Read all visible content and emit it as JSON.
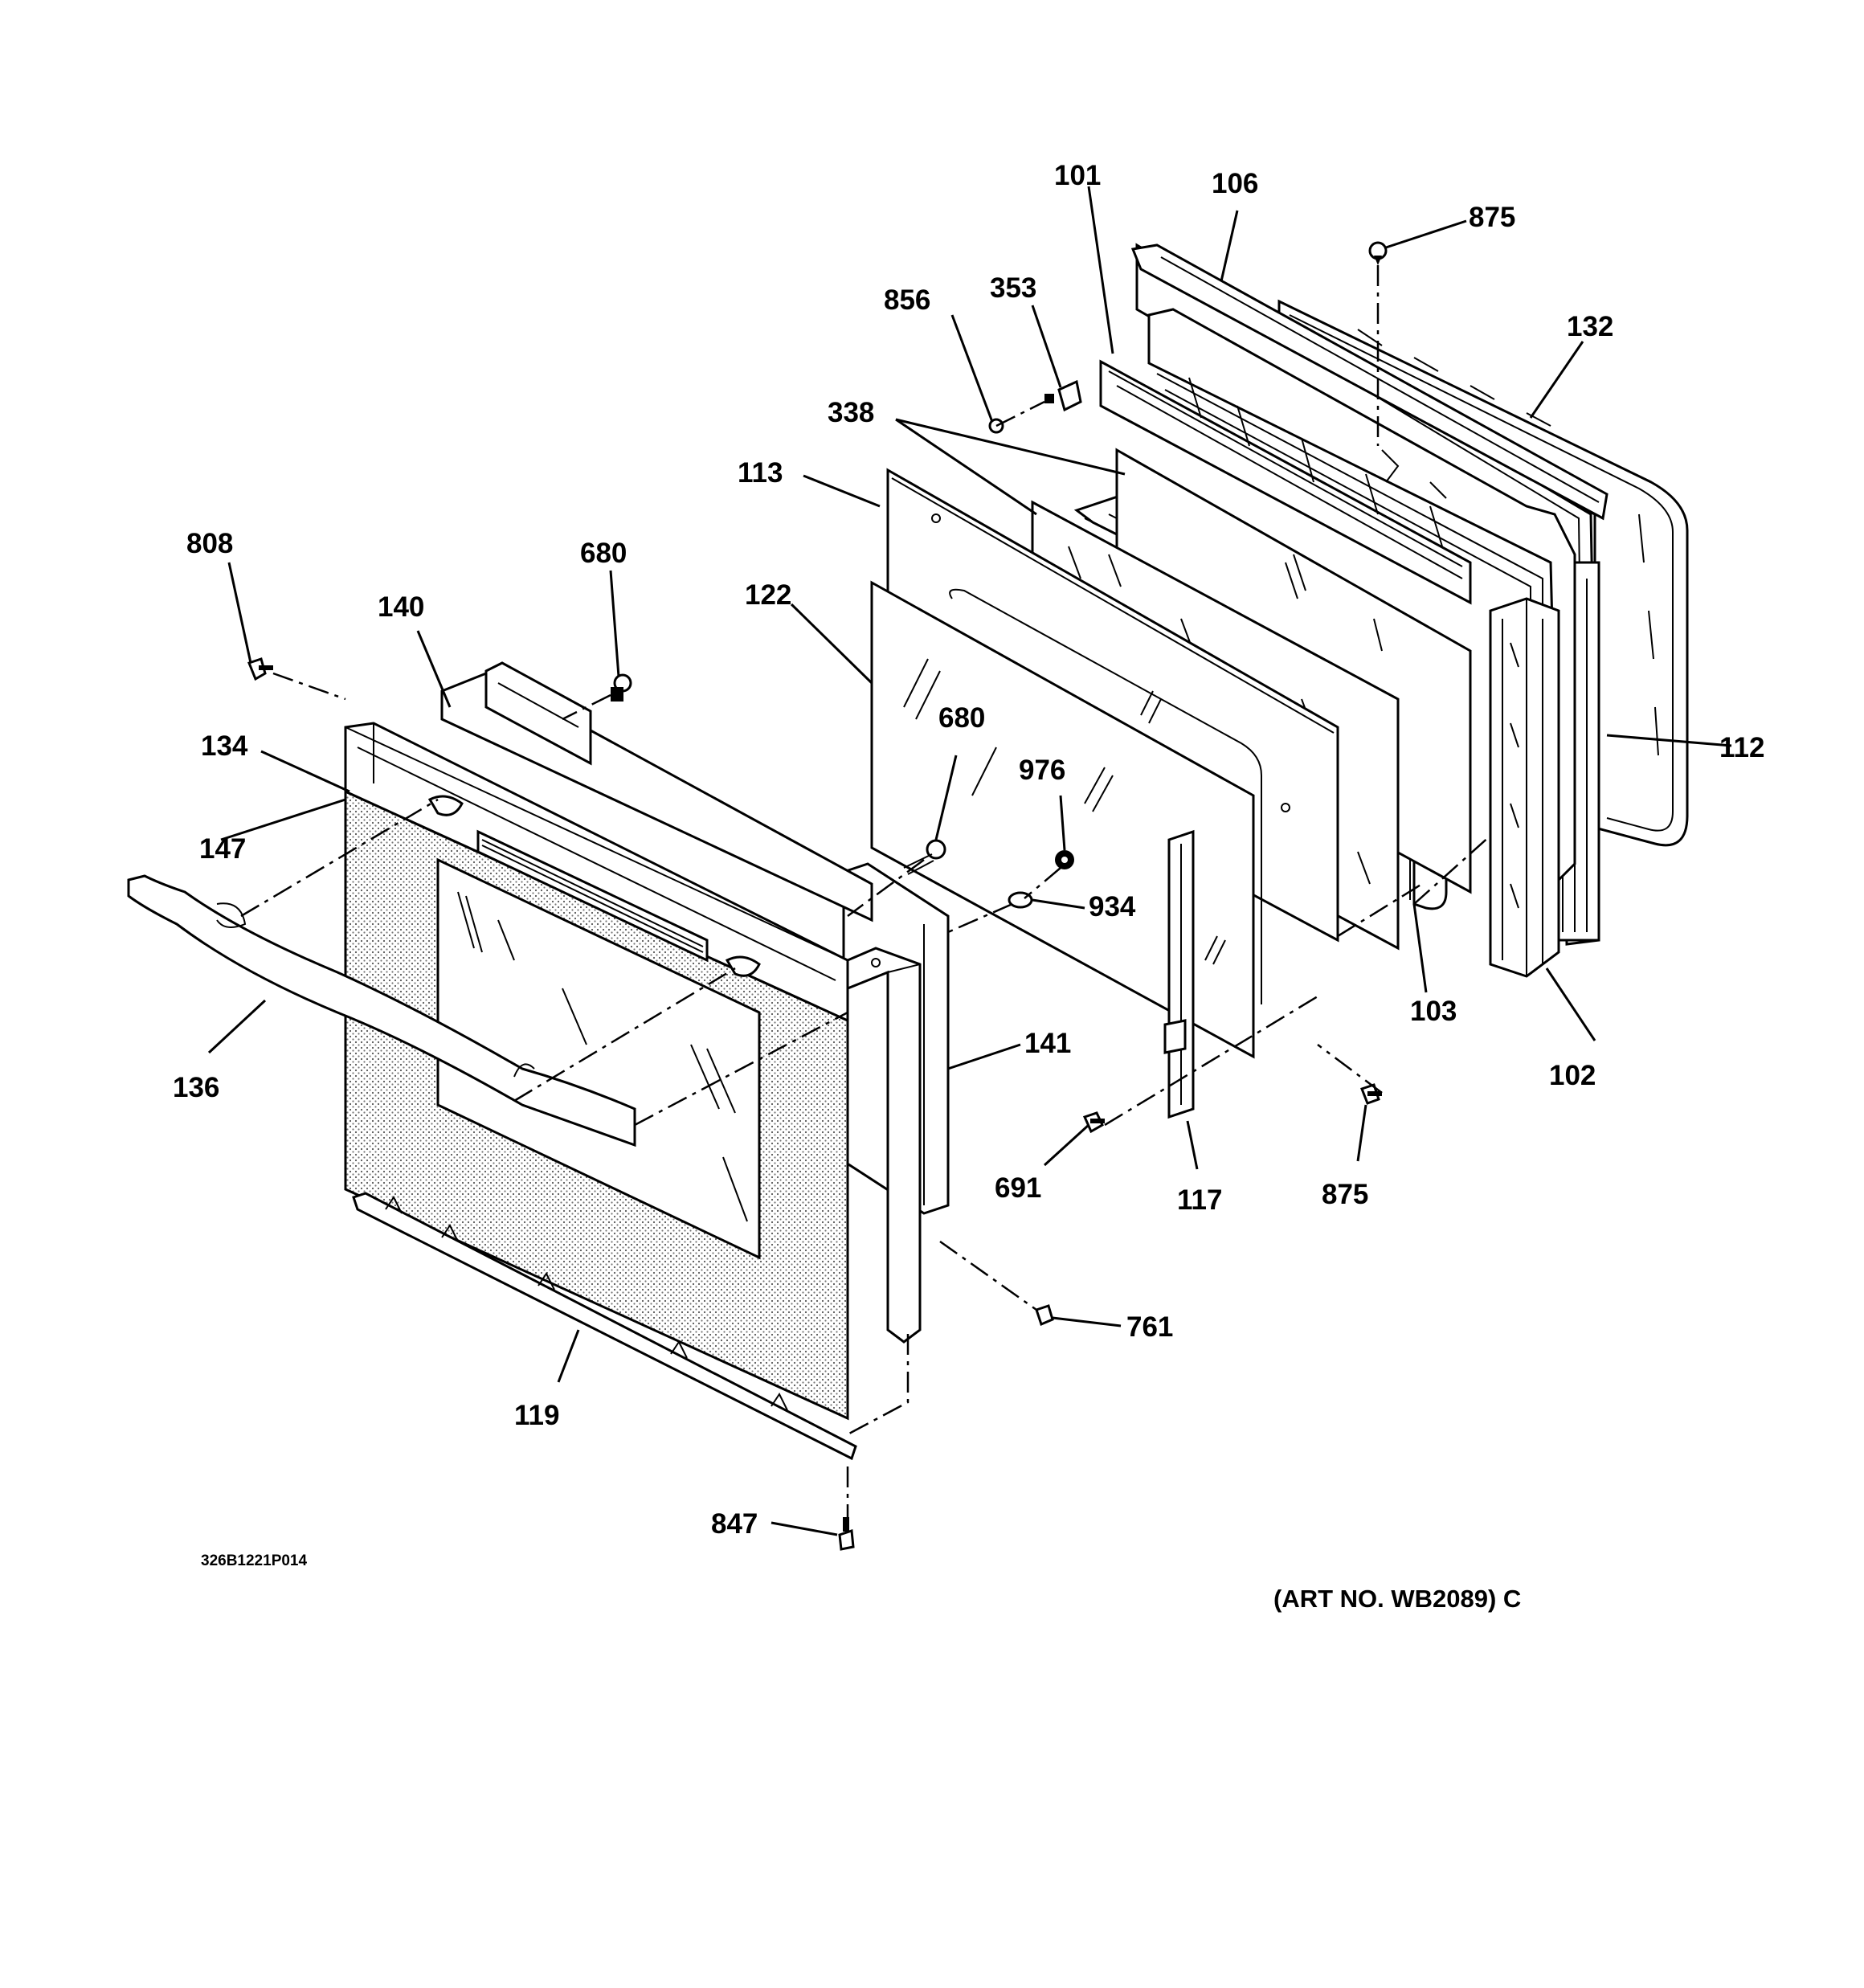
{
  "diagram": {
    "part_numbers": [
      "101",
      "106",
      "875",
      "856",
      "353",
      "132",
      "338",
      "113",
      "808",
      "680",
      "122",
      "140",
      "134",
      "680",
      "976",
      "112",
      "147",
      "934",
      "103",
      "141",
      "136",
      "102",
      "691",
      "117",
      "875",
      "761",
      "119",
      "847"
    ],
    "drawing_code": "326B1221P014",
    "art_number": "(ART NO. WB2089) C"
  }
}
